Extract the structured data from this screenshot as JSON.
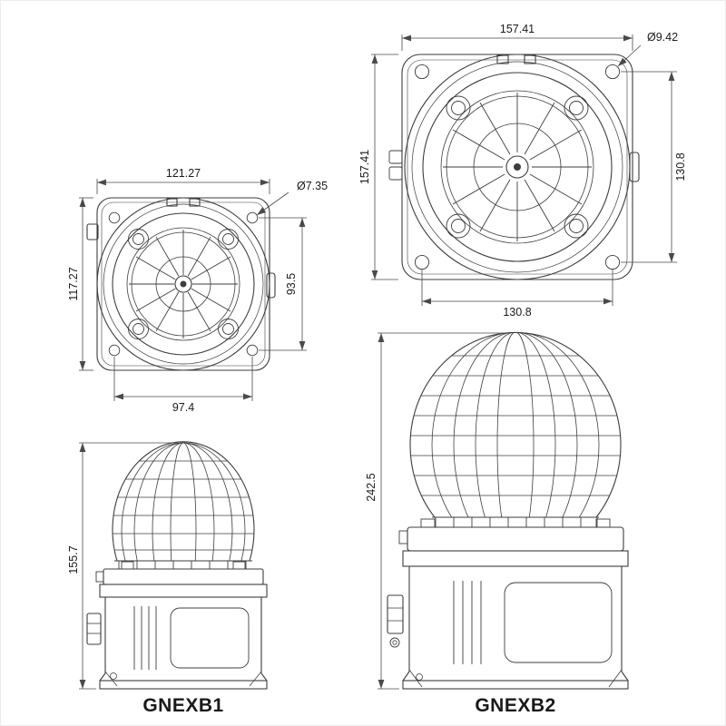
{
  "page": {
    "background": "#ffffff",
    "line_color": "#3d3d3d",
    "dim_color": "#4a4a4a",
    "text_color": "#1a1a1a"
  },
  "gnexb1": {
    "label": "GNEXB1",
    "top_view": {
      "width_top": "121.27",
      "hole_diameter": "Ø7.35",
      "height_left": "117.27",
      "hole_spacing_vertical": "93.5",
      "hole_spacing_horizontal": "97.4"
    },
    "side_view": {
      "height": "155.7"
    }
  },
  "gnexb2": {
    "label": "GNEXB2",
    "top_view": {
      "width_top": "157.41",
      "hole_diameter": "Ø9.42",
      "height_left": "157.41",
      "hole_spacing_vertical": "130.8",
      "hole_spacing_horizontal": "130.8"
    },
    "side_view": {
      "height": "242.5"
    }
  }
}
